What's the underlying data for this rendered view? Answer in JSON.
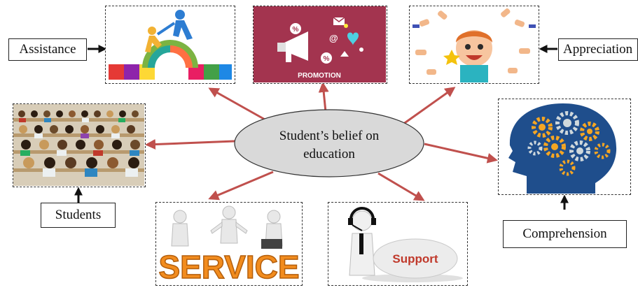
{
  "center": {
    "line1": "Student’s belief on",
    "line2": "education"
  },
  "labels": {
    "assistance": "Assistance",
    "appreciation": "Appreciation",
    "students": "Students",
    "comprehension": "Comprehension"
  },
  "image_text": {
    "promotion": "PROMOTION",
    "service": "SERVICE",
    "support": "Support"
  },
  "colors": {
    "arrow": "#c0504d",
    "ellipse_fill": "#d9d9d9",
    "promotion_bg": "#a3344f",
    "head_blue": "#1f4e8c",
    "gear_orange": "#f5a623",
    "service_orange": "#f28c1e",
    "support_red": "#c0392b"
  },
  "icons": [
    "puzzle-bridge-icon",
    "megaphone-icon",
    "cheering-boy-icon",
    "lecture-hall-icon",
    "gear-head-icon",
    "service-people-icon",
    "support-operator-icon"
  ]
}
